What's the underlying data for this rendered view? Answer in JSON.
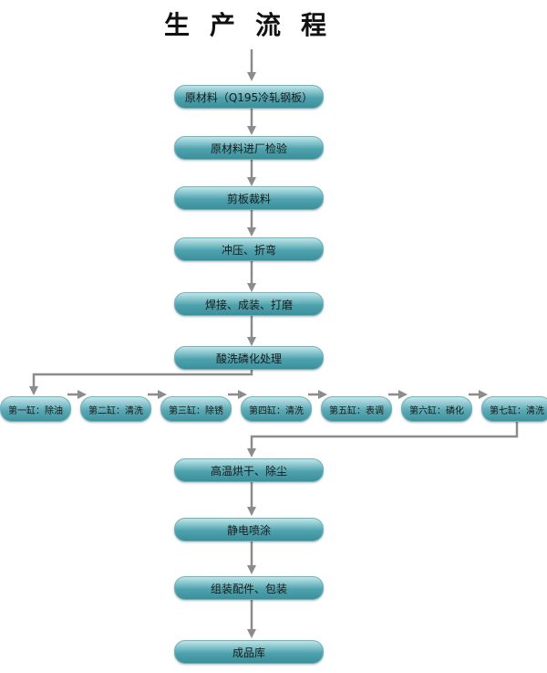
{
  "title": "生产流程",
  "steps": [
    "原材料（Q195冷轧钢板）",
    "原材料进厂检验",
    "剪板裁料",
    "冲压、折弯",
    "焊接、成装、打磨",
    "酸洗磷化处理",
    "高温烘干、除尘",
    "静电喷涂",
    "组装配件、包装",
    "成品库"
  ],
  "tank_steps": [
    "第一缸：除油",
    "第二缸：清洗",
    "第三缸：除锈",
    "第四缸：清洗",
    "第五缸：表调",
    "第六缸：磷化",
    "第七缸：清洗"
  ],
  "colors": {
    "pill_top": "#bfe6ea",
    "pill_bottom": "#3b8f9b",
    "arrow": "#8c8c8c"
  }
}
